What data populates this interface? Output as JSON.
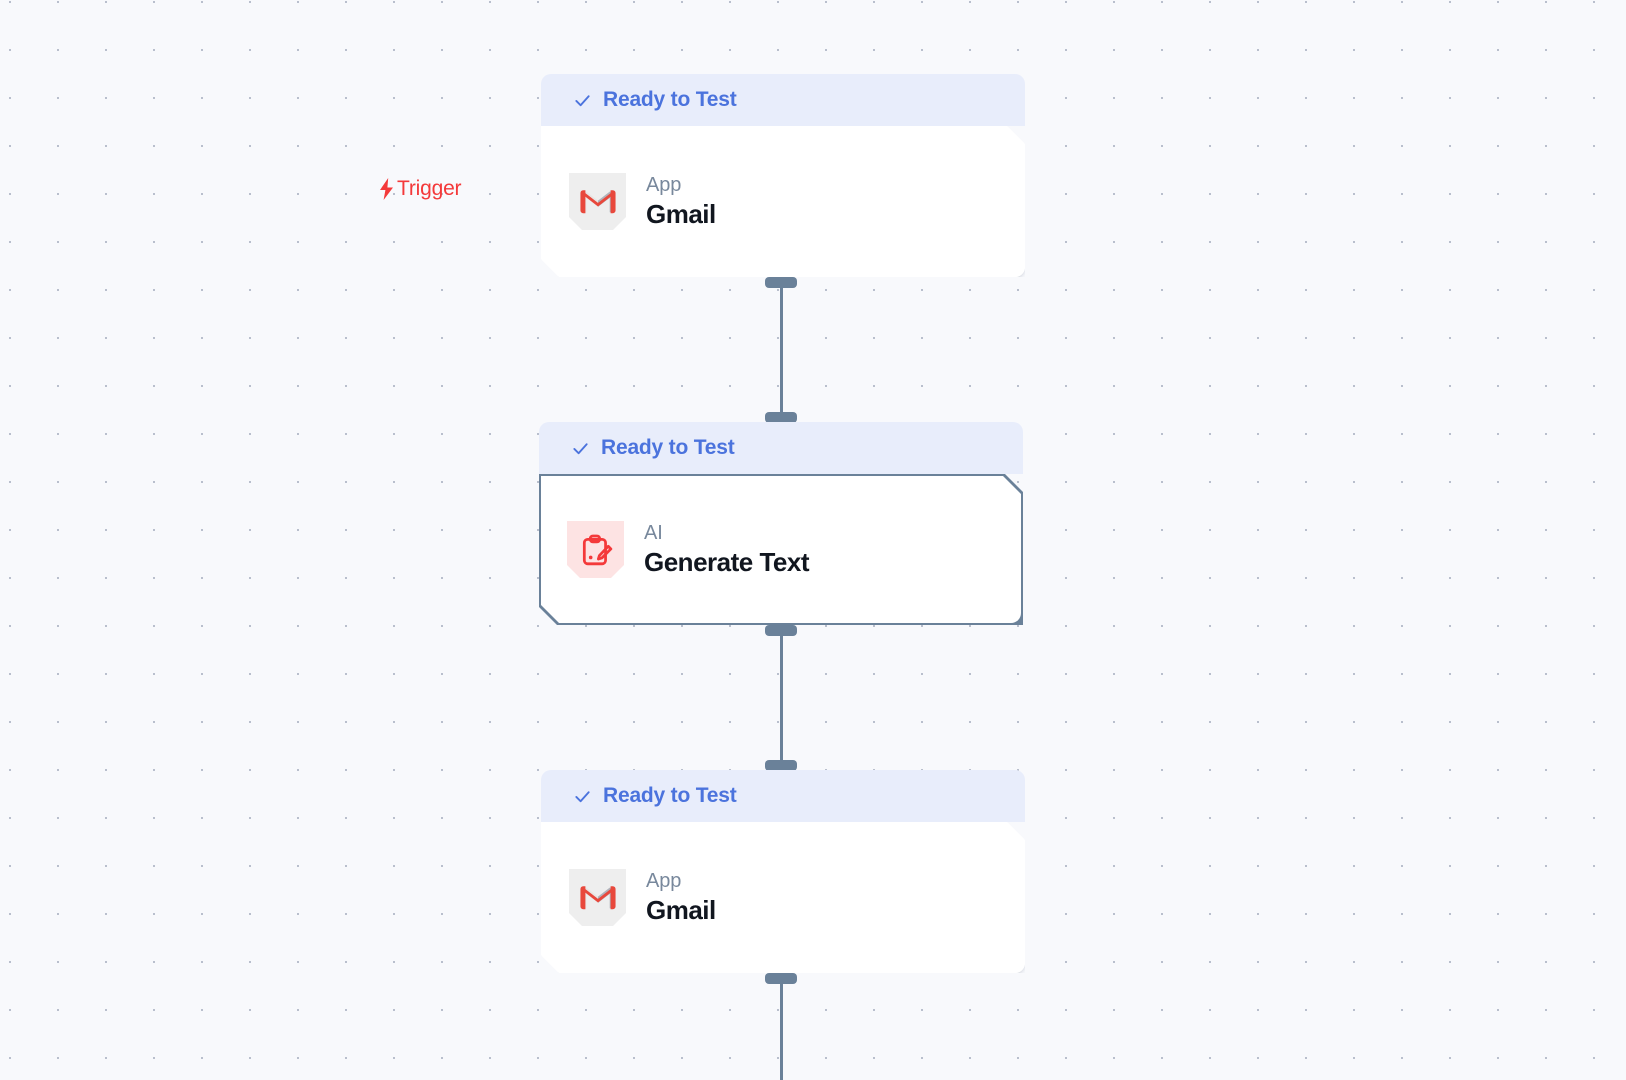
{
  "canvas": {
    "background_color": "#f8f9fc",
    "dot_color": "#b9bfcd",
    "grid_spacing": 48
  },
  "trigger": {
    "label": "Trigger",
    "icon": "lightning-bolt-icon",
    "color": "#f4393a"
  },
  "colors": {
    "status_band": "#e8edfb",
    "status_text": "#4b73dd",
    "connector": "#6a8199",
    "selected_border": "#6a8199",
    "kind_text": "#78889c",
    "title_text": "#11161f"
  },
  "nodes": [
    {
      "id": "node-1",
      "status": "Ready to Test",
      "status_icon": "check-icon",
      "kind": "App",
      "title": "Gmail",
      "icon": "gmail-icon",
      "selected": false,
      "is_trigger": true
    },
    {
      "id": "node-2",
      "status": "Ready to Test",
      "status_icon": "check-icon",
      "kind": "AI",
      "title": "Generate Text",
      "icon": "clipboard-pencil-icon",
      "selected": true,
      "is_trigger": false
    },
    {
      "id": "node-3",
      "status": "Ready to Test",
      "status_icon": "check-icon",
      "kind": "App",
      "title": "Gmail",
      "icon": "gmail-icon",
      "selected": false,
      "is_trigger": false
    }
  ]
}
